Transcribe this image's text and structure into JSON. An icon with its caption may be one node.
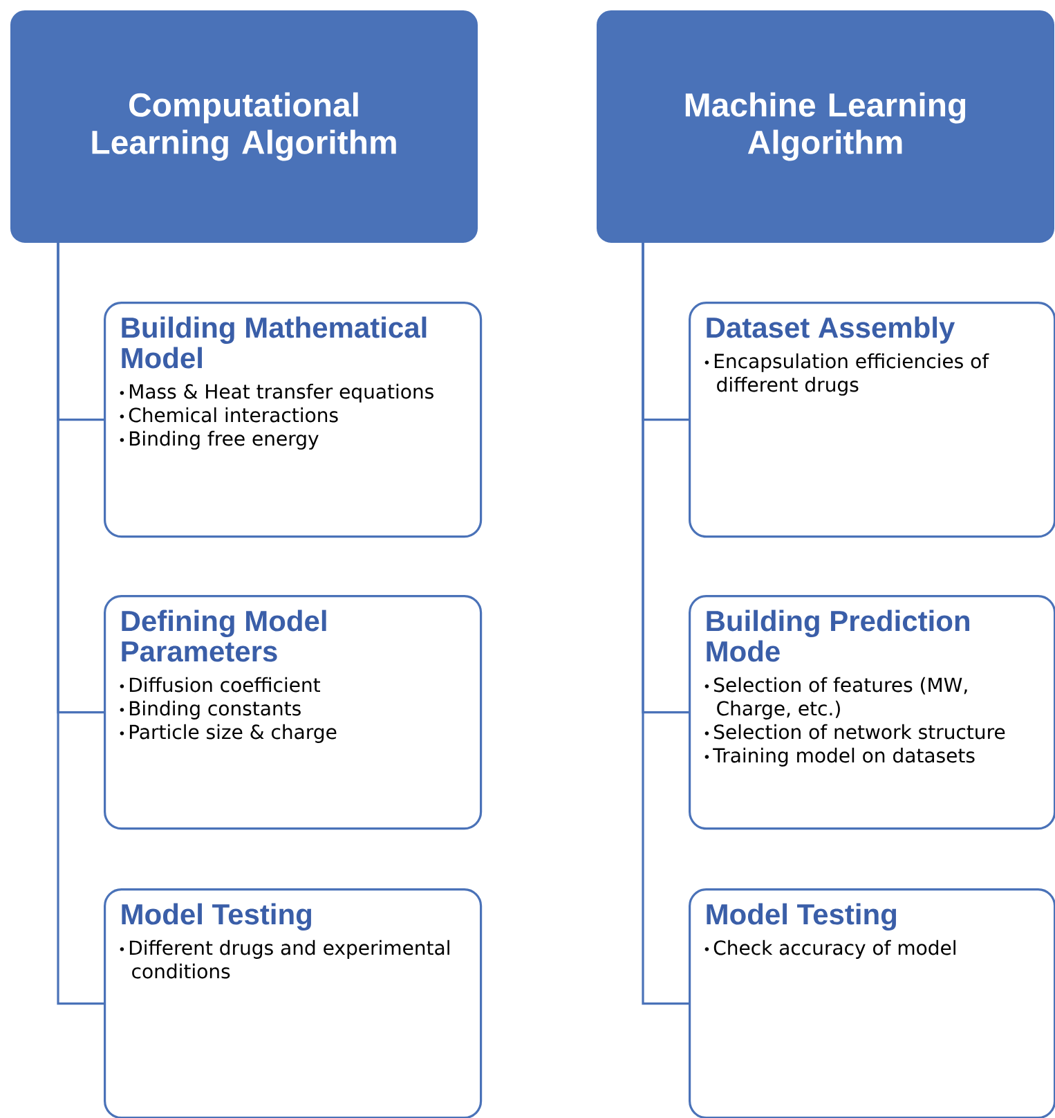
{
  "diagram": {
    "nodes": [
      {
        "text": [
          "Computational Learning Algorithm"
        ]
      },
      {
        "text": [
          "Building Mathematical Model",
          "Mass & Heat transfer equations",
          "Chemical interactions",
          "Binding free energy"
        ]
      },
      {
        "text": [
          "Defining Model Parameters",
          "Diffusion coefficient",
          "Binding constants",
          "Particle size & charge"
        ]
      },
      {
        "text": [
          "Model Testing",
          "Different drugs and experimental conditions"
        ]
      },
      {
        "text": [
          "Machine Learning Algorithm"
        ]
      },
      {
        "text": [
          "Dataset Assembly",
          "Encapsulation efficiencies of different drugs"
        ]
      },
      {
        "text": [
          "Building Prediction Mode",
          "Selection of features (MW, Charge, etc.)",
          "Selection of network structure",
          "Training model on datasets"
        ]
      },
      {
        "text": [
          "Model Testing",
          "Check accuracy of model"
        ]
      }
    ],
    "edges": [
      {
        "from": 0,
        "to": 1,
        "arrow": "none"
      },
      {
        "from": 0,
        "to": 2,
        "arrow": "none"
      },
      {
        "from": 0,
        "to": 3,
        "arrow": "none"
      },
      {
        "from": 4,
        "to": 5,
        "arrow": "none"
      },
      {
        "from": 4,
        "to": 6,
        "arrow": "none"
      },
      {
        "from": 4,
        "to": 7,
        "arrow": "none"
      }
    ]
  }
}
